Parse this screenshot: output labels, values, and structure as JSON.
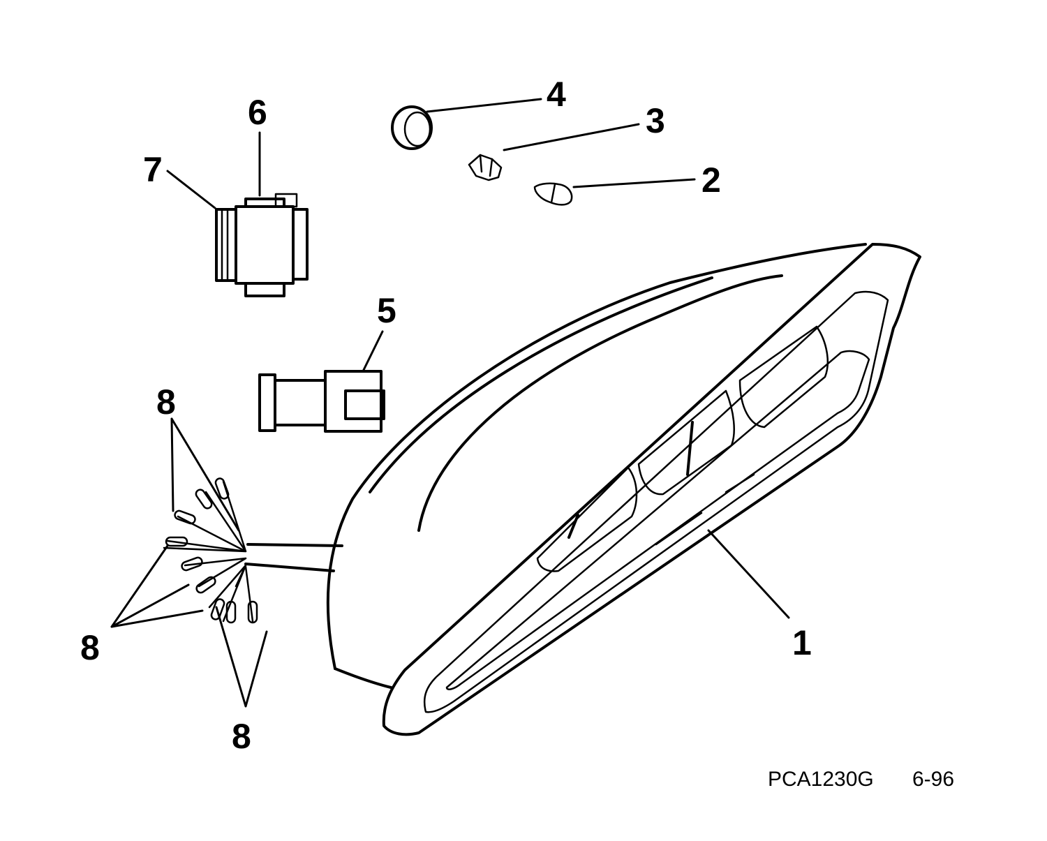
{
  "callouts": {
    "c1": "1",
    "c2": "2",
    "c3": "3",
    "c4": "4",
    "c5": "5",
    "c6": "6",
    "c7": "7",
    "c8a": "8",
    "c8b": "8",
    "c8c": "8"
  },
  "footer": {
    "code": "PCA1230G",
    "date": "6-96"
  }
}
